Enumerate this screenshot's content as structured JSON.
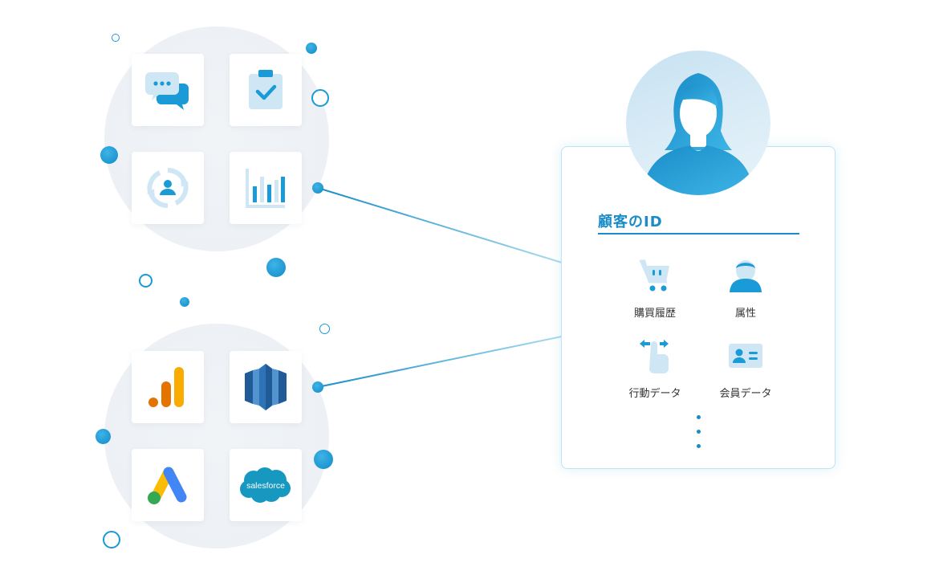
{
  "card": {
    "title": "顧客のID",
    "attributes": [
      {
        "label": "購買履歴",
        "icon": "shopping-cart-icon"
      },
      {
        "label": "属性",
        "icon": "person-icon"
      },
      {
        "label": "行動データ",
        "icon": "touch-swipe-icon"
      },
      {
        "label": "会員データ",
        "icon": "member-card-icon"
      }
    ]
  },
  "clusters": [
    {
      "name": "own-tools",
      "tiles": [
        "chat-bubbles-icon",
        "clipboard-check-icon",
        "user-sync-icon",
        "bar-chart-icon"
      ]
    },
    {
      "name": "external-tools",
      "tiles": [
        "google-analytics-icon",
        "amazon-redshift-icon",
        "google-ads-icon",
        "salesforce-icon"
      ],
      "brand_text": "salesforce"
    }
  ],
  "colors": {
    "accent": "#1a8cc8",
    "light_accent": "#a9dbef",
    "tile_icon": "#c8e4f3",
    "ga_orange": "#f9ab00",
    "ga_dark_orange": "#e37400",
    "redshift_blue": "#2e73b8",
    "ads_blue": "#4285f4",
    "ads_yellow": "#fbbc04",
    "ads_green": "#34a853",
    "salesforce_blue": "#1798c1"
  }
}
